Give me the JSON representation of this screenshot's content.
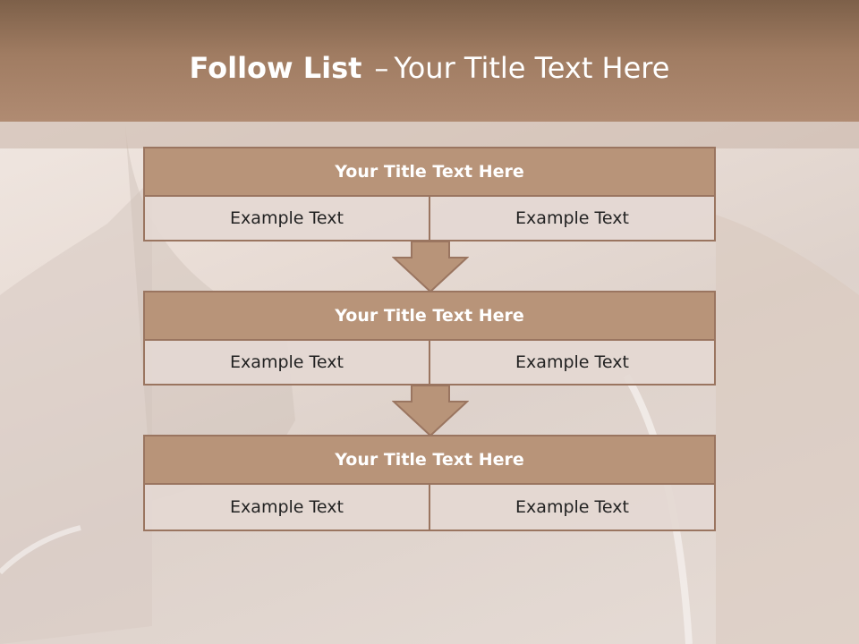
{
  "header": {
    "title_bold": "Follow List",
    "title_rest": "Your Title Text Here"
  },
  "colors": {
    "header": "#a07c62",
    "block_title_bg": "#b89479",
    "border": "#9a7560",
    "cell_bg": "#e4d8d2",
    "arrow": "#b89479"
  },
  "blocks": [
    {
      "title": "Your Title Text Here",
      "cells": [
        "Example Text",
        "Example Text"
      ]
    },
    {
      "title": "Your Title Text Here",
      "cells": [
        "Example Text",
        "Example Text"
      ]
    },
    {
      "title": "Your Title Text Here",
      "cells": [
        "Example Text",
        "Example Text"
      ]
    }
  ]
}
